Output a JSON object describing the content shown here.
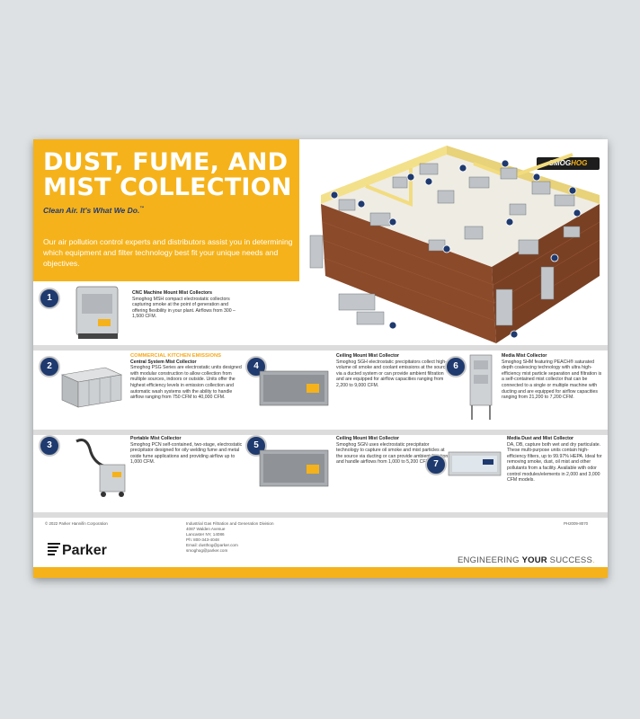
{
  "header": {
    "title": "DUST, FUME, AND MIST COLLECTION",
    "tagline": "Clean Air. It's What We Do.",
    "tagline_mark": "™",
    "intro": "Our air pollution control experts and distributors assist you in determining which equipment and filter technology best fit your unique needs and objectives.",
    "brand_smog": "SMOG",
    "brand_hog": "HOG"
  },
  "products": [
    {
      "num": "1",
      "section": "",
      "title": "CNC Machine Mount Mist Collectors",
      "body": "Smoghog MSH compact electrostatic collectors capturing smoke at the point of generation and offering flexibility in your plant. Airflows from 300 – 1,500 CFM."
    },
    {
      "num": "2",
      "section": "COMMERCIAL KITCHEN EMISSIONS",
      "title": "Central System Mist Collector",
      "body": "Smoghog PSG Series are electrostatic units designed with modular construction to allow collection from multiple sources, indoors or outside. Units offer the highest efficiency levels in emission collection and automatic wash systems with the ability to handle airflow ranging from 750 CFM to 40,000 CFM."
    },
    {
      "num": "3",
      "section": "",
      "title": "Portable Mist Collector",
      "body": "Smoghog PCN self-contained, two-stage, electrostatic precipitator designed for oily welding fume and metal oxide fume applications and providing airflow up to 1,000 CFM."
    },
    {
      "num": "4",
      "section": "",
      "title": "Ceiling Mount Mist Collector",
      "body": "Smoghog SGH electrostatic precipitators collect high-volume oil smoke and coolant emissions at the source via a ducted system or can provide ambient filtration and are equipped for airflow capacities ranging from 2,200 to 9,000 CFM."
    },
    {
      "num": "5",
      "section": "",
      "title": "Ceiling Mount Mist Collector",
      "body": "Smoghog SGN uses electrostatic precipitator technology to capture oil smoke and mist particles at the source via ducting or can provide ambient filtration and handle airflows from 1,000 to 5,200 CFM."
    },
    {
      "num": "6",
      "section": "",
      "title": "Media Mist Collector",
      "body": "Smoghog SHM featuring PEACH® saturated depth coalescing technology with ultra high-efficiency mist particle separation and filtration is a self-contained mist collector that can be connected to a single or multiple machine with ducting and are equipped for airflow capacities ranging from 21,200 to 7,200 CFM."
    },
    {
      "num": "7",
      "section": "",
      "title": "Media Dust and Mist Collector",
      "body": "DA, DB, capture both wet and dry particulate. These multi-purpose units contain high-efficiency filters, up to 99.97% HEPA. Ideal for removing smoke, dust, oil mist and other pollutants from a facility. Available with odor control modules/elements in 2,000 and 3,000 CFM models."
    }
  ],
  "footer": {
    "copyright": "© 2022 Parker Hannifin Corporation",
    "division": "Industrial Gas Filtration and Generation Division",
    "address1": "4087 Walden Avenue",
    "address2": "Lancaster NY, 14086",
    "phone": "Ph: 800-343-4048",
    "email": "Email: dusthog@parker.com",
    "web": "smoghog@parker.com",
    "code": "PH2009-8070",
    "logo": "Parker",
    "slogan_engineering": "ENGINEERING",
    "slogan_your": "YOUR",
    "slogan_success": "SUCCESS",
    "slogan_dot": "."
  },
  "colors": {
    "accent": "#f5b21a",
    "navy": "#1f3a6e"
  }
}
